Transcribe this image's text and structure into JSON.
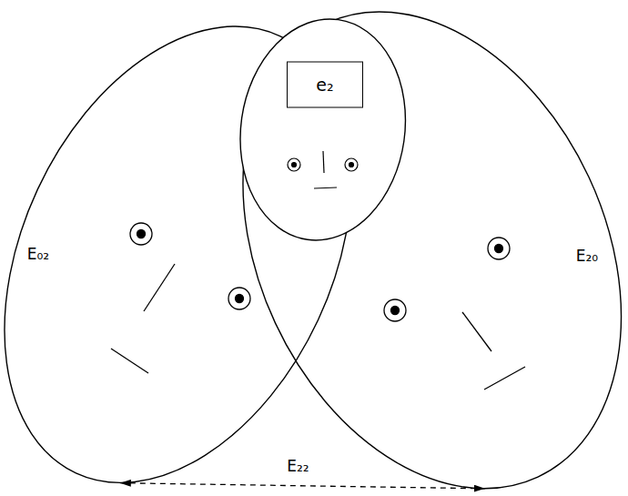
{
  "diagram": {
    "nodes": [
      {
        "text": [
          "E₀₂"
        ]
      },
      {
        "text": [
          "e₂"
        ]
      },
      {
        "text": [
          "E₂₀"
        ]
      }
    ],
    "edges": [
      {
        "from": 0,
        "to": 2,
        "arrow": "both",
        "label": "E₂₂"
      }
    ]
  }
}
